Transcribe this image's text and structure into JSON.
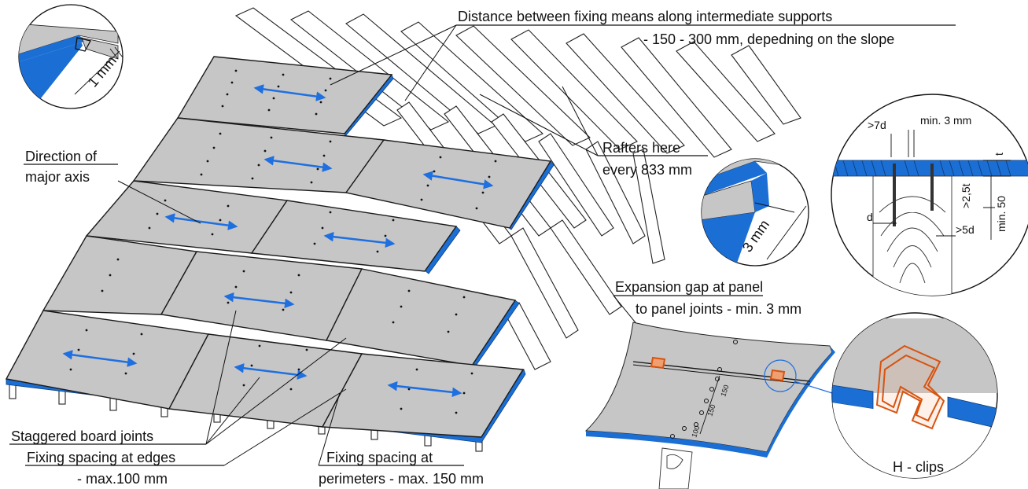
{
  "labels": {
    "distance_fixing_line1": "Distance between fixing means along intermediate supports",
    "distance_fixing_line2": "- 150 - 300 mm, depedning on the slope",
    "rafters_line1": "Rafters here",
    "rafters_line2": "every 833 mm",
    "direction_line1": "Direction of",
    "direction_line2": "major axis",
    "staggered": "Staggered board joints",
    "edges_line1": "Fixing spacing at edges",
    "edges_line2": "- max.100 mm",
    "perimeters_line1": "Fixing spacing at",
    "perimeters_line2": "perimeters - max. 150 mm",
    "expansion_line1": "Expansion gap at panel",
    "expansion_line2": "to panel joints - min. 3 mm",
    "hclips": "H - clips"
  },
  "details": {
    "gap_1mm": "1 mm",
    "gap_3mm": "3 mm",
    "nail_7d": ">7d",
    "nail_min3": "min. 3 mm",
    "nail_t": "t",
    "nail_25t": ">2,5t",
    "nail_min50": "min. 50",
    "nail_d": "d",
    "nail_5d": ">5d",
    "spacing_150a": "150",
    "spacing_150b": "150",
    "spacing_100": "100"
  },
  "colors": {
    "panel": "#c6c6c6",
    "panel_edge": "#1b6fd4",
    "arrow": "#1e6fe0",
    "clip": "#d8530f"
  }
}
